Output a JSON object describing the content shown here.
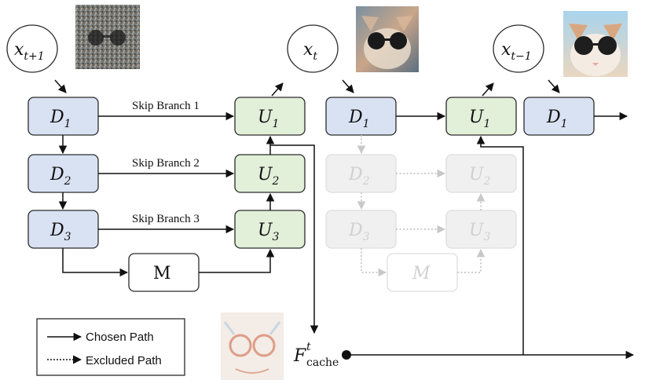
{
  "left": {
    "x_in": {
      "base": "x",
      "sub": "t+1"
    },
    "x_out": {
      "base": "x",
      "sub": "t"
    },
    "d1": {
      "base": "D",
      "sub": "1"
    },
    "d2": {
      "base": "D",
      "sub": "2"
    },
    "d3": {
      "base": "D",
      "sub": "3"
    },
    "u1": {
      "base": "U",
      "sub": "1"
    },
    "u2": {
      "base": "U",
      "sub": "2"
    },
    "u3": {
      "base": "U",
      "sub": "3"
    },
    "m": "M",
    "skip1": "Skip Branch 1",
    "skip2": "Skip Branch 2",
    "skip3": "Skip Branch 3"
  },
  "right": {
    "x_out": {
      "base": "x",
      "sub": "t−1"
    },
    "d1": {
      "base": "D",
      "sub": "1"
    },
    "u1": {
      "base": "U",
      "sub": "1"
    },
    "d2": {
      "base": "D",
      "sub": "2"
    },
    "d3": {
      "base": "D",
      "sub": "3"
    },
    "u2": {
      "base": "U",
      "sub": "2"
    },
    "u3": {
      "base": "U",
      "sub": "3"
    },
    "m": "M",
    "next_d1": {
      "base": "D",
      "sub": "1"
    }
  },
  "cache": {
    "base": "F",
    "sup": "t",
    "sub": "cache"
  },
  "legend": {
    "chosen": "Chosen Path",
    "excluded": "Excluded Path"
  },
  "colors": {
    "down_block": "#d9e2f3",
    "up_block": "#e2efd9",
    "excluded": "#c8c8c8"
  }
}
